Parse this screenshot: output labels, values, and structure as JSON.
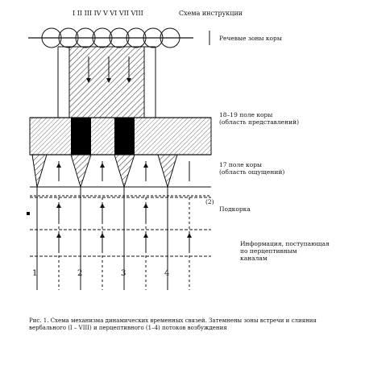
{
  "roman_numerals": "I  II  III  IV  V  VI  VII VIII",
  "scheme_label": "Схема инструкции",
  "labels": {
    "verbal": "Речевые зоны коры",
    "field_18_19": "18–19 поле коры\n(область представлений)",
    "field_17": "17 поле коры\n(область ощущений)",
    "subcortex": "Подкорка",
    "small_mark": "(2)",
    "info": "Информация, поступающая\nпо перцептивным\nканалам"
  },
  "channel_numbers": [
    "1",
    "2",
    "3",
    "4"
  ],
  "caption": "Рис. 1. Схема механизма динамических временных связей. Затемнены зоны встречи и слияния вербального (I – VIII) и перцептивного (1–4) потоков возбуждения",
  "colors": {
    "ink": "#111111",
    "hatch": "#333333",
    "block": "#000000"
  }
}
